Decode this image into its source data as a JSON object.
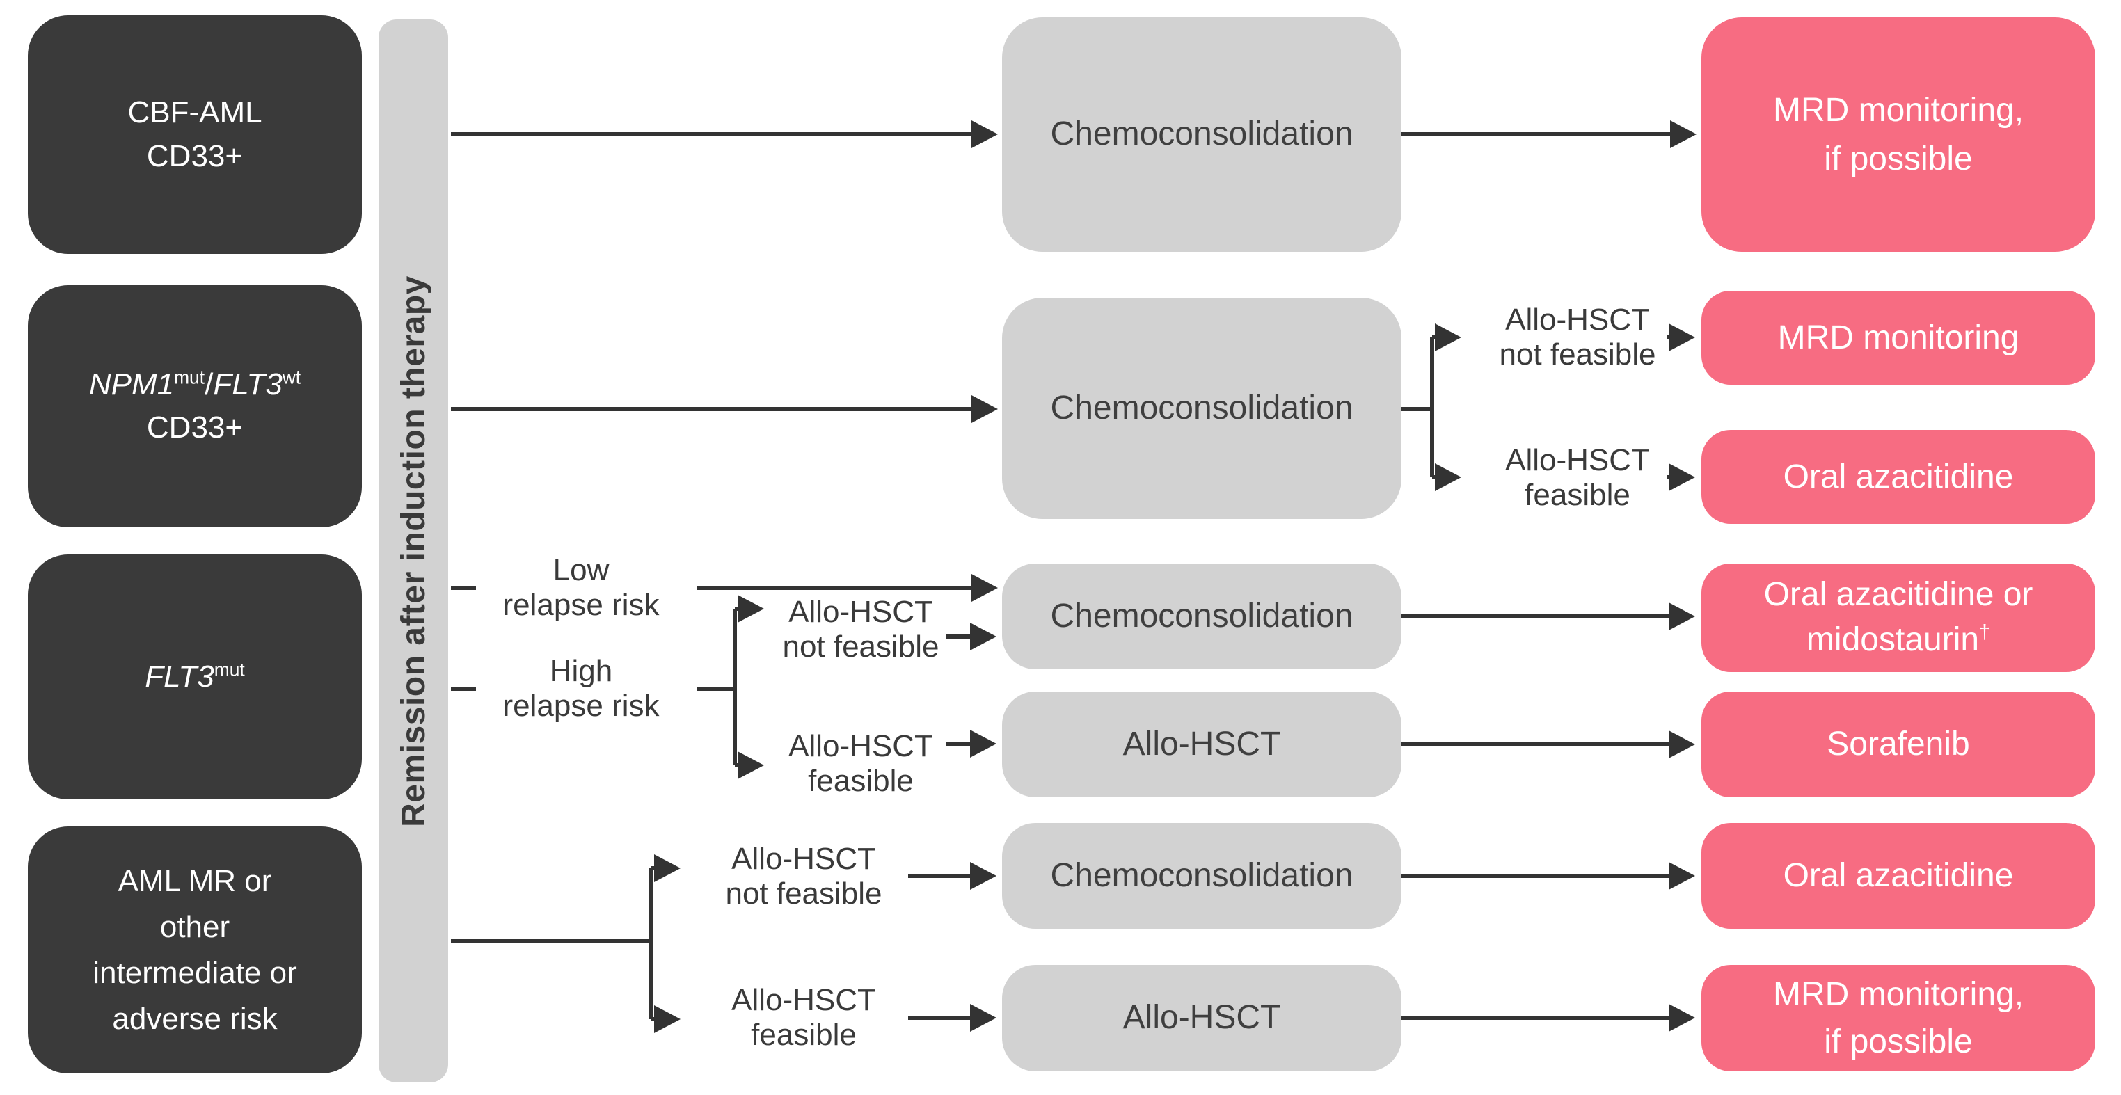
{
  "colors": {
    "dark_box": "#3A3A3A",
    "light_gray_box": "#D2D2D2",
    "pink_box": "#F76C82",
    "connector_line": "#333333",
    "text_on_dark": "#FFFFFF",
    "text_on_gray": "#3F3F3F"
  },
  "induction_bar": {
    "label": "Remission after induction therapy"
  },
  "risk_groups": {
    "cbf": {
      "line1": "CBF-AML",
      "line2": "CD33+"
    },
    "npm1_flt3": {
      "gene1": "NPM1",
      "sup1": "mut",
      "slash": "/",
      "gene2": "FLT3",
      "sup2": "wt",
      "line2": "CD33+"
    },
    "flt3": {
      "gene": "FLT3",
      "sup": "mut"
    },
    "aml_mr": {
      "line1": "AML MR or",
      "line2": "other",
      "line3": "intermediate or",
      "line4": "adverse risk"
    }
  },
  "branch_labels": {
    "low_relapse": {
      "line1": "Low",
      "line2": "relapse risk"
    },
    "high_relapse": {
      "line1": "High",
      "line2": "relapse risk"
    },
    "npm1_not_feasible": {
      "line1": "Allo-HSCT",
      "line2": "not feasible"
    },
    "npm1_feasible": {
      "line1": "Allo-HSCT",
      "line2": "feasible"
    },
    "flt3_not_feasible": {
      "line1": "Allo-HSCT",
      "line2": "not feasible"
    },
    "flt3_feasible": {
      "line1": "Allo-HSCT",
      "line2": "feasible"
    },
    "amlmr_not_feasible": {
      "line1": "Allo-HSCT",
      "line2": "not feasible"
    },
    "amlmr_feasible": {
      "line1": "Allo-HSCT",
      "line2": "feasible"
    }
  },
  "treatments": {
    "chemo_cbf": "Chemoconsolidation",
    "chemo_npm1": "Chemoconsolidation",
    "chemo_flt3": "Chemoconsolidation",
    "allo_flt3": "Allo-HSCT",
    "chemo_amlmr": "Chemoconsolidation",
    "allo_amlmr": "Allo-HSCT"
  },
  "outcomes": {
    "mrd_if_possible_top": {
      "line1": "MRD monitoring,",
      "line2": "if possible"
    },
    "mrd_monitoring": "MRD monitoring",
    "oral_azacitidine_npm1": "Oral azacitidine",
    "oral_aza_midostaurin": {
      "line1": "Oral azacitidine or",
      "line2": "midostaurin",
      "dagger": "†"
    },
    "sorafenib": "Sorafenib",
    "oral_azacitidine_amlmr": "Oral azacitidine",
    "mrd_if_possible_bottom": {
      "line1": "MRD monitoring,",
      "line2": "if possible"
    }
  }
}
